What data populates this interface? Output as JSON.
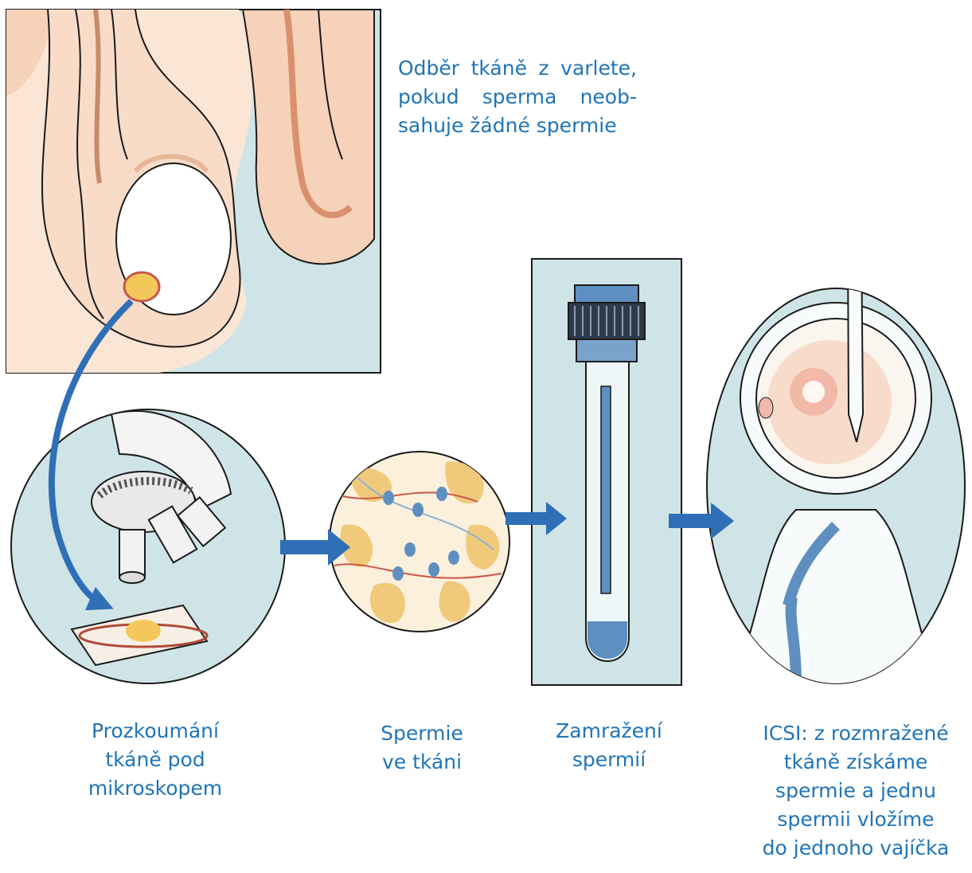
{
  "captions": {
    "top": {
      "line1": "Odběr tkáně z varlete,",
      "line2": "pokud sperma neob-",
      "line3": "sahuje žádné spermie"
    },
    "microscope": "Prozkoumání\ntkáně pod\nmikroskopem",
    "sperm": "Spermie\nve tkáni",
    "freezing": "Zamražení\nspermií",
    "icsi": "ICSI: z rozmražené\ntkáně získáme\nspermie a jednu\nspermii vložíme\ndo jednoho vajíčka"
  },
  "colors": {
    "caption": "#1f74b8",
    "arrow": "#2f6fb6",
    "panel_bg": "#cfe4e6",
    "skin": "#f6d2ba",
    "yellow_tissue": "#f3c85a",
    "ink": "#1a1a1a"
  }
}
